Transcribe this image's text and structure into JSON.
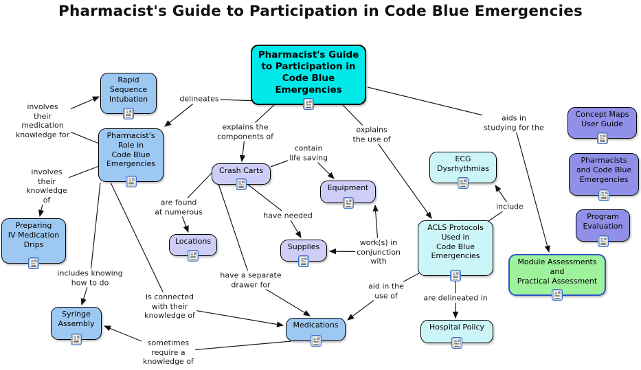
{
  "title": "Pharmacist's Guide to Participation in Code Blue Emergencies",
  "colors": {
    "main_node": "#00E8E8",
    "blue_node": "#9CC8F2",
    "lavender_node": "#CDCDF5",
    "pale_cyan_node": "#CCF5F7",
    "periwinkle_node": "#9090E8",
    "green_node": "#9DF29B",
    "green_node_border": "#2B52C8",
    "line": "#1a1a1a"
  },
  "icons": {
    "resource": "resource-icon"
  },
  "concepts": {
    "main": {
      "label": "Pharmacist's Guide\nto Participation in\nCode Blue\nEmergencies"
    },
    "rapid_sequence_intubation": {
      "label": "Rapid\nSequence\nIntubation"
    },
    "pharmacists_role": {
      "label": "Pharmacist's\nRole in\nCode Blue\nEmergencies"
    },
    "preparing_iv_drips": {
      "label": "Preparing\nIV Medication\nDrips"
    },
    "syringe_assembly": {
      "label": "Syringe\nAssembly"
    },
    "medications": {
      "label": "Medications"
    },
    "crash_carts": {
      "label": "Crash Carts"
    },
    "locations": {
      "label": "Locations"
    },
    "equipment": {
      "label": "Equipment"
    },
    "supplies": {
      "label": "Supplies"
    },
    "ecg_dysrhythmias": {
      "label": "ECG\nDysrhythmias"
    },
    "acls_protocols": {
      "label": "ACLS Protocols\nUsed in\nCode Blue\nEmergencies"
    },
    "hospital_policy": {
      "label": "Hospital Policy"
    },
    "concept_maps_user_guide": {
      "label": "Concept Maps\nUser Guide"
    },
    "pharmacists_code_blue": {
      "label": "Pharmacists\nand Code Blue\nEmergencies"
    },
    "program_evaluation": {
      "label": "Program\nEvaluation"
    },
    "module_assessments": {
      "label": "Module Assessments\nand\nPractical Assessment"
    }
  },
  "linking_phrases": {
    "delineates": "delineates",
    "involves_medication": "involves\ntheir\nmedication\nknowledge for",
    "involves_knowledge": "involves\ntheir\nknowledge\nof",
    "explains_components": "explains the\ncomponents of",
    "contain_life_saving": "contain\nlife saving",
    "explains_use": "explains\nthe use of",
    "aids_studying": "aids in\nstudying for the",
    "are_found": "are found\nat numerous",
    "have_needed": "have needed",
    "works_conjunction": "work(s) in\nconjunction\nwith",
    "include": "include",
    "separate_drawer": "have a separate\ndrawer for",
    "includes_knowing": "includes knowing\nhow to do",
    "is_connected": "is connected\nwith their\nknowledge of",
    "aid_in_use": "aid in the\nuse of",
    "are_delineated": "are delineated in",
    "sometimes_require": "sometimes\nrequire a\nknowledge of"
  }
}
